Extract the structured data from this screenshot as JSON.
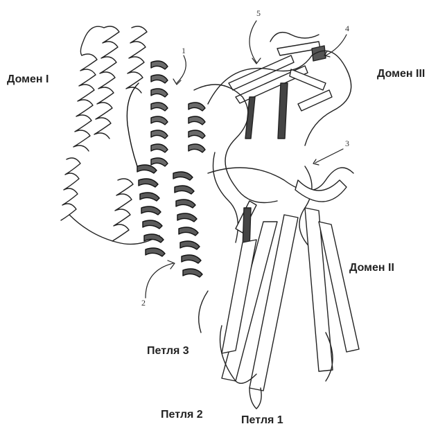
{
  "labels": {
    "domain1": "Домен I",
    "domain2": "Домен II",
    "domain3": "Домен III",
    "loop1": "Петля 1",
    "loop2": "Петля 2",
    "loop3": "Петля 3"
  },
  "markers": [
    "1",
    "2",
    "3",
    "4",
    "5"
  ],
  "colors": {
    "ink": "#222222",
    "helix_dark": "#555555",
    "paper": "#ffffff"
  }
}
